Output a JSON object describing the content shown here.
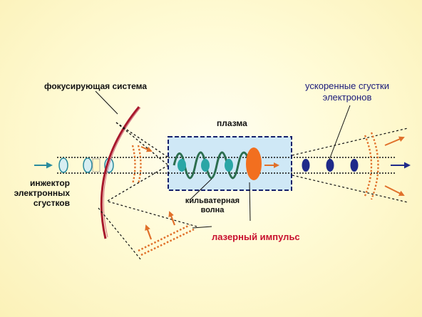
{
  "labels": {
    "focusing_system": "фокусирующая система",
    "accelerated_line1": "ускоренные сгустки",
    "accelerated_line2": "электронов",
    "plasma": "плазма",
    "injector_line1": "инжектор",
    "injector_line2": "электронных",
    "injector_line3": "сгустков",
    "wake_line1": "кильватерная",
    "wake_line2": "волна",
    "laser_pulse": "лазерный импульс"
  },
  "colors": {
    "background": "#fffbd6",
    "accelerated_text": "#1a1a7a",
    "laser_text": "#c8102e",
    "plasma_fill": "#cfe8f6",
    "plasma_border": "#15206b",
    "wave": "#2c6e4f",
    "laser_pulse": "#f26f1f",
    "orange_arrows": "#e0702a",
    "mirror": "#a8182c",
    "teal": "#2aa6a6",
    "navy_bunch": "#1f2a8a",
    "light_bunch": "#cfe6ef"
  }
}
